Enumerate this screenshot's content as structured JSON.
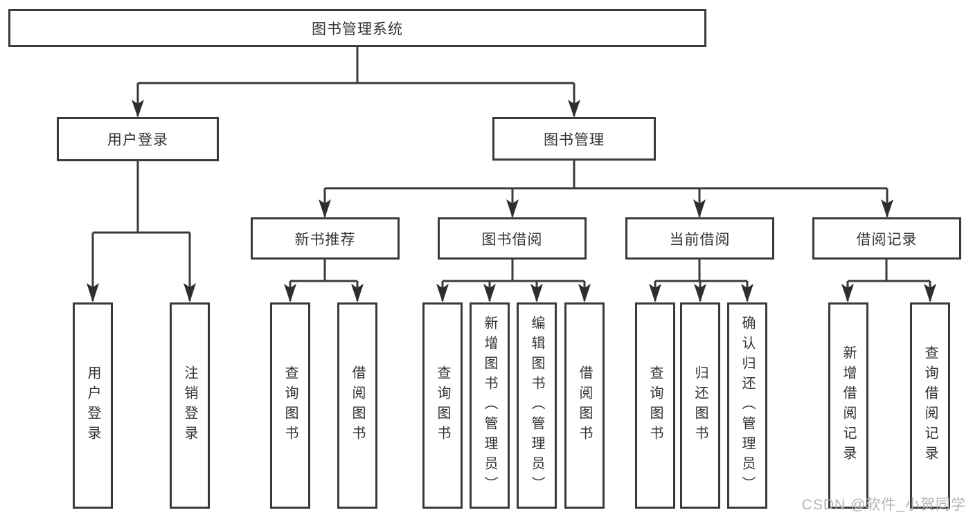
{
  "diagram": {
    "type": "hierarchy-tree",
    "root": {
      "label": "图书管理系统"
    },
    "level2": [
      {
        "id": "user-login",
        "label": "用户登录",
        "parent": "图书管理系统"
      },
      {
        "id": "book-management",
        "label": "图书管理",
        "parent": "图书管理系统"
      }
    ],
    "level3": [
      {
        "id": "new-book-recommend",
        "label": "新书推荐",
        "parent": "图书管理"
      },
      {
        "id": "book-borrow",
        "label": "图书借阅",
        "parent": "图书管理"
      },
      {
        "id": "current-borrow",
        "label": "当前借阅",
        "parent": "图书管理"
      },
      {
        "id": "borrow-records",
        "label": "借阅记录",
        "parent": "图书管理"
      }
    ],
    "leaves": [
      {
        "label": "用户登录",
        "parent": "用户登录"
      },
      {
        "label": "注销登录",
        "parent": "用户登录"
      },
      {
        "label": "查询图书",
        "parent": "新书推荐"
      },
      {
        "label": "借阅图书",
        "parent": "新书推荐"
      },
      {
        "label": "查询图书",
        "parent": "图书借阅"
      },
      {
        "label": "新增图书（管理员）",
        "parent": "图书借阅"
      },
      {
        "label": "编辑图书（管理员）",
        "parent": "图书借阅"
      },
      {
        "label": "借阅图书",
        "parent": "图书借阅"
      },
      {
        "label": "查询图书",
        "parent": "当前借阅"
      },
      {
        "label": "归还图书",
        "parent": "当前借阅"
      },
      {
        "label": "确认归还（管理员）",
        "parent": "当前借阅"
      },
      {
        "label": "新增借阅记录",
        "parent": "借阅记录"
      },
      {
        "label": "查询借阅记录",
        "parent": "借阅记录"
      }
    ]
  },
  "watermark": "CSDN @软件_小贺同学",
  "colors": {
    "line": "#3a3a3a",
    "text": "#333333",
    "background": "#ffffff",
    "watermark": "#b3b3b3"
  }
}
